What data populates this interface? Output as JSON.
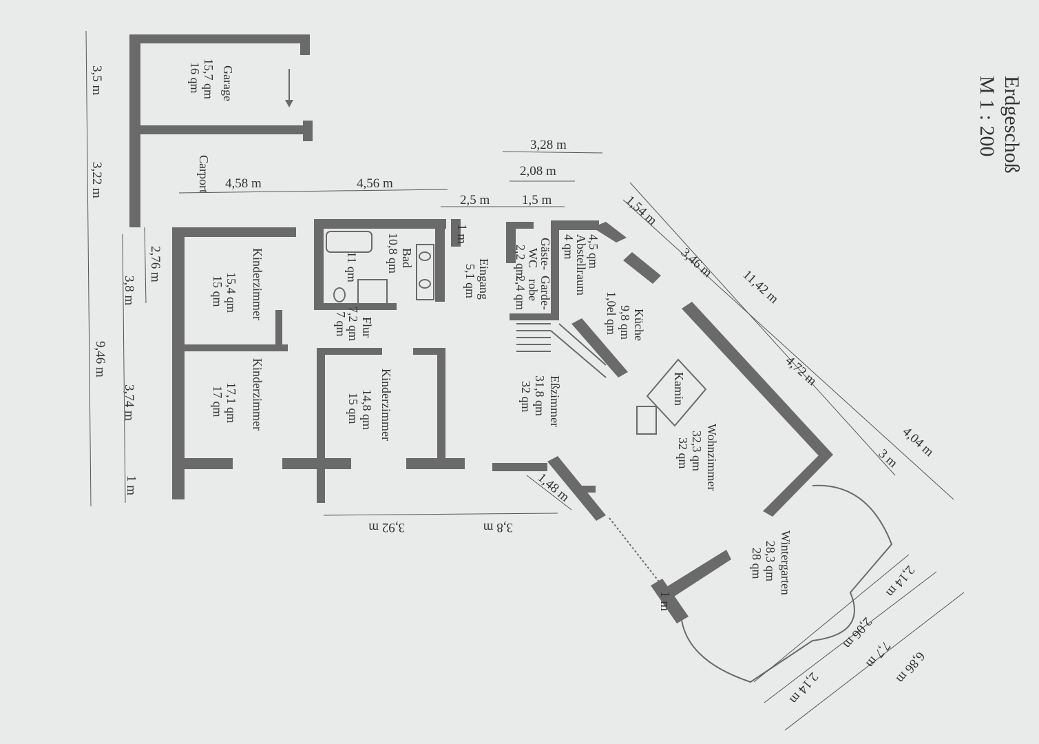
{
  "title": {
    "line1": "Erdgeschoß",
    "line2": "M 1 : 200"
  },
  "rooms": {
    "garage": {
      "name": "Garage",
      "area_exact": "15,7 qm",
      "area": "16 qm"
    },
    "carport": {
      "name": "Carport"
    },
    "kinder1": {
      "name": "Kinderzimmer",
      "area_exact": "15,4 qm",
      "area": "15 qm"
    },
    "kinder2": {
      "name": "Kinderzimmer",
      "area_exact": "17,1 qm",
      "area": "17 qm"
    },
    "kinder3": {
      "name": "Kinderzimmer",
      "area_exact": "14,8 qm",
      "area": "15 qm"
    },
    "bad": {
      "name": "Bad",
      "area_exact": "10,8 qm",
      "area": "11 qm"
    },
    "flur": {
      "name": "Flur",
      "area_exact": "7,2 qm",
      "area": "7 qm"
    },
    "eingang": {
      "name": "Eingang",
      "area_exact": "5,1 qm"
    },
    "abstell": {
      "name": "Abstellraum",
      "area_exact": "4,5 qm",
      "area": "4 qm"
    },
    "wc": {
      "line1": "Gäste-",
      "line2": "WC",
      "area_exact": "2,2 qm"
    },
    "garderobe": {
      "line1": "Garde-",
      "line2": "robe",
      "area_exact": "2,4 qm"
    },
    "kueche": {
      "name": "Küche",
      "area_exact": "9,8 qm",
      "area": "1,0el qm"
    },
    "ess": {
      "name": "Eßzimmer",
      "area_exact": "31,8 qm",
      "area": "32 qm"
    },
    "kamin": {
      "name": "Kamin"
    },
    "wohn": {
      "name": "Wohnzimmer",
      "area_exact": "32,3 qm",
      "area": "32 qm"
    },
    "winter": {
      "name": "Wintergarten",
      "area_exact": "28,3 qm",
      "area": "28 qm"
    }
  },
  "dimensions": {
    "left_outer": [
      "3,5 m",
      "3,22 m",
      "9,46 m"
    ],
    "left_inner": [
      "2,76 m",
      "3,8 m",
      "3,74 m",
      "1 m"
    ],
    "top": [
      "4,58 m",
      "4,56 m",
      "2,5 m",
      "1,5 m",
      "2,08 m",
      "3,28 m",
      "1 m"
    ],
    "diagonal_top": [
      "1,54 m",
      "3,46 m",
      "11,42 m",
      "4,72 m",
      "4,04 m",
      "3 m"
    ],
    "bottom": [
      "1,48 m",
      "3,8 m",
      "3,92 m"
    ],
    "right": [
      "2,14 m",
      "2,06 m",
      "2,14 m",
      "7,7 m",
      "6,86 m"
    ],
    "misc": [
      "1 m"
    ]
  }
}
